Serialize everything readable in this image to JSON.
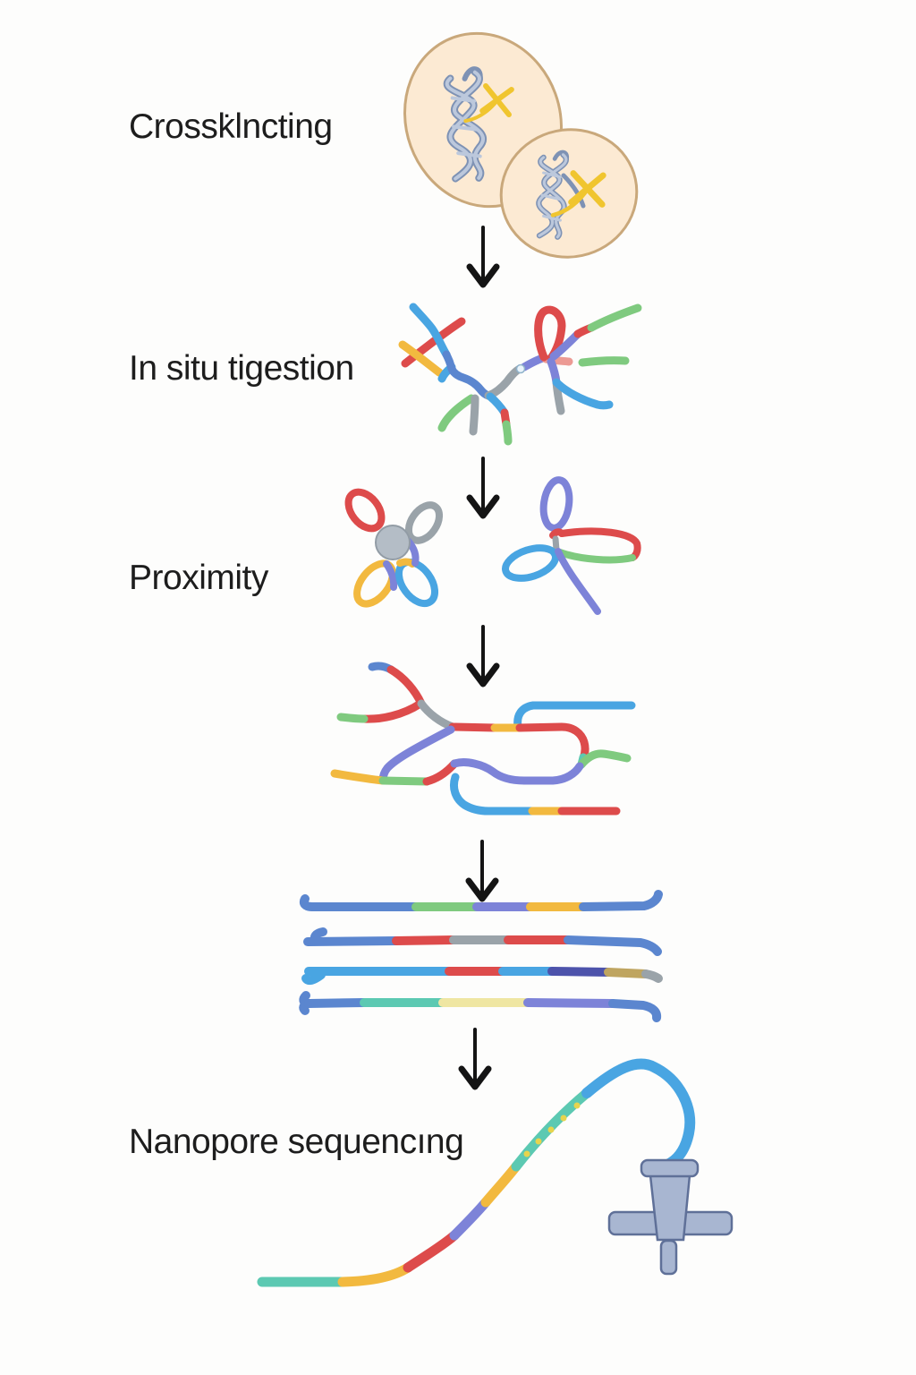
{
  "steps": [
    {
      "label": "Crossk̇lncting"
    },
    {
      "label": "In situ tigestion"
    },
    {
      "label": "Proximity"
    },
    {
      "label": "Nanopore sequencıng"
    }
  ],
  "arrows": {
    "direction": "down",
    "count": 5
  },
  "palette": {
    "background": "#fdfdfc",
    "text": "#1d1d1d",
    "arrow": "#141414",
    "cell_fill": "#fcead3",
    "cell_stroke": "#c9a87b",
    "helix_dark": "#7e92b4",
    "helix_light": "#bcc8dc",
    "crosslink": "#f0c52f",
    "blue": "#5b86cf",
    "sky": "#49a5e2",
    "red": "#dd4b4b",
    "salmon": "#ec9a94",
    "yellow": "#f2b93f",
    "pale_yellow": "#efe6a2",
    "green": "#7fca7f",
    "teal": "#5cc9b2",
    "gray_strand": "#9aa3a9",
    "purple": "#7d83d8",
    "indigo": "#4d53ab",
    "tan": "#bfa560",
    "ball_fill": "#b4bdc6",
    "ball_stroke": "#929ca5",
    "device_fill": "#a8b6d1",
    "device_stroke": "#5f7098",
    "dot_yellow": "#e6d44e"
  }
}
